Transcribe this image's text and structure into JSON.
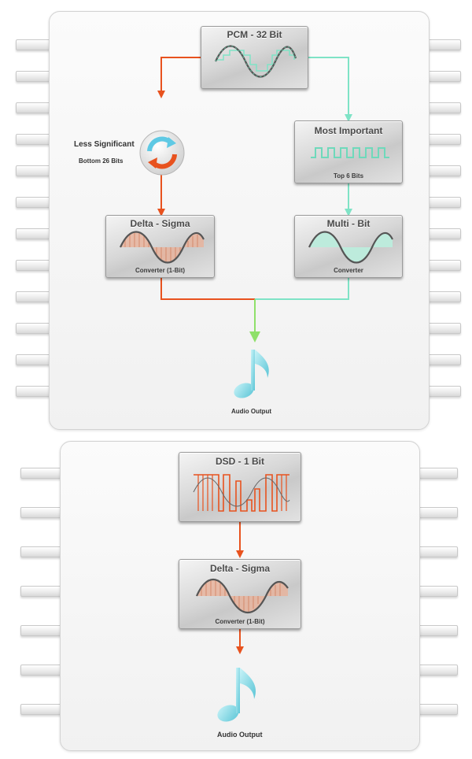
{
  "top_diagram": {
    "pcm_block": {
      "title": "PCM - 32 Bit"
    },
    "most_important_block": {
      "title": "Most Important",
      "subtitle": "Top 6 Bits"
    },
    "less_significant": {
      "title": "Less Significant",
      "subtitle": "Bottom 26 Bits"
    },
    "delta_sigma_block": {
      "title": "Delta - Sigma",
      "subtitle": "Converter (1-Bit)"
    },
    "multibit_block": {
      "title": "Multi - Bit",
      "subtitle": "Converter"
    },
    "output_label": "Audio Output"
  },
  "bottom_diagram": {
    "dsd_block": {
      "title": "DSD - 1 Bit"
    },
    "delta_sigma_block": {
      "title": "Delta - Sigma",
      "subtitle": "Converter (1-Bit)"
    },
    "output_label": "Audio Output"
  },
  "colors": {
    "orange": "#e8521e",
    "mint": "#7fe3c6",
    "green": "#8fe06a",
    "note": "#7fd9e6"
  },
  "icons": {
    "convert": "refresh-arrows-icon",
    "output": "music-note-icon"
  }
}
